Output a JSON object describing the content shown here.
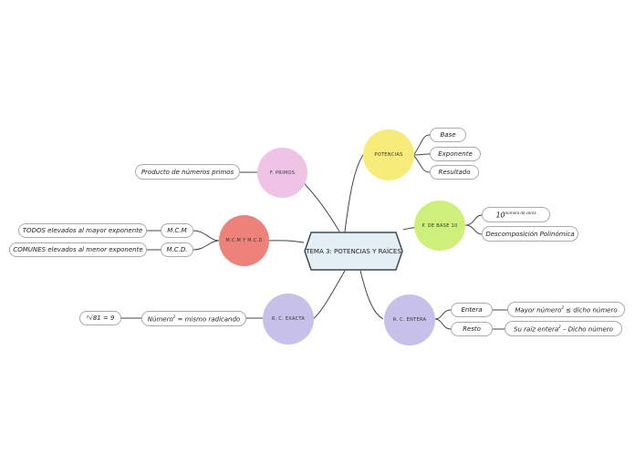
{
  "central": {
    "label": "TEMA 3: POTENCIAS Y RAÍCES"
  },
  "branches": {
    "potencias": {
      "label": "POTENCIAS",
      "color": "#f7ec79",
      "children": [
        "Base",
        "Exponente",
        "Resultado"
      ]
    },
    "primos": {
      "label": "F. PRIMOS",
      "color": "#efc3e6",
      "children": [
        "Producto de números primos"
      ]
    },
    "base10": {
      "label": "P. DE BASE 10",
      "color": "#cef07a",
      "children": {
        "zeros_main": "10",
        "zeros_sup": "número de ceros",
        "poly": "Descomposición Polinómica"
      }
    },
    "mcm": {
      "label": "M.C.M Y M.C.D",
      "color": "#ec8279",
      "children": [
        {
          "label": "M.C.M",
          "detail": "TODOS elevados al mayor exponente"
        },
        {
          "label": "M.C.D.",
          "detail": "COMUNES elevados al menor exponente"
        }
      ]
    },
    "exacta": {
      "label": "R. C. EXACTA",
      "color": "#c7c0e9",
      "children": {
        "rule_main": "Número",
        "rule_sup": "2",
        "rule_rest": " = mismo radicando",
        "example": "²√81 = 9"
      }
    },
    "entera": {
      "label": "R. C. ENTERA",
      "color": "#c7c0e9",
      "children": [
        {
          "label": "Entera",
          "detail_main": "Mayor número",
          "detail_sup": "2",
          "detail_rest": " ≤ dicho número"
        },
        {
          "label": "Resto",
          "detail_main": "Su raíz entera",
          "detail_sup": "2",
          "detail_rest": " – Dicho número"
        }
      ]
    }
  },
  "colors": {
    "central_fill": "#e3eff5",
    "central_stroke": "#3c4a55",
    "line": "#444444",
    "pill_border": "#aaaaaa"
  }
}
